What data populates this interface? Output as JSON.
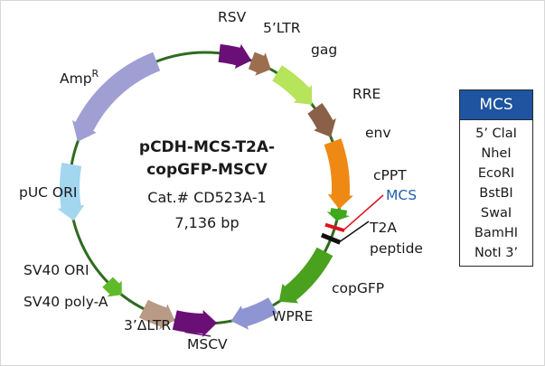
{
  "plasmid": {
    "name_line1": "pCDH-MCS-T2A-",
    "name_line2": "copGFP-MSCV",
    "catalog": "Cat.# CD523A-1",
    "size": "7,136 bp"
  },
  "colors": {
    "backbone": "#2e6b1e",
    "rsv": "#6a0f75",
    "ltr": "#9b6e4e",
    "gag": "#b6e45a",
    "rre": "#8a6048",
    "env": "#ee8a14",
    "cppt": "#3ea81e",
    "copgfp": "#4aa11e",
    "wpre": "#8f95d2",
    "mscv": "#6a0f75",
    "delta_ltr": "#b89a86",
    "sv40_ori": "#5fba2a",
    "puc_ori": "#a3d6ef",
    "ampr": "#a09fd4",
    "mcs_header": "#1e54a0",
    "mcs_label": "#1f5fb0"
  },
  "features": {
    "rsv": "RSV",
    "ltr5": "5’LTR",
    "gag": "gag",
    "rre": "RRE",
    "env": "env",
    "cppt": "cPPT",
    "mcs": "MCS",
    "t2a_line1": "T2A",
    "t2a_line2": "peptide",
    "copgfp": "copGFP",
    "wpre": "WPRE",
    "mscv": "MSCV",
    "ltr3": "3’ΔLTR",
    "sv40_polya": "SV40 poly-A",
    "sv40_ori": "SV40 ORI",
    "puc_ori": "pUC ORI",
    "ampr": "Amp",
    "ampr_sup": "R"
  },
  "mcs_table": {
    "header": "MCS",
    "sites": [
      "5’ ClaI",
      "NheI",
      "EcoRI",
      "BstBI",
      "SwaI",
      "BamHI",
      "NotI 3’"
    ]
  }
}
